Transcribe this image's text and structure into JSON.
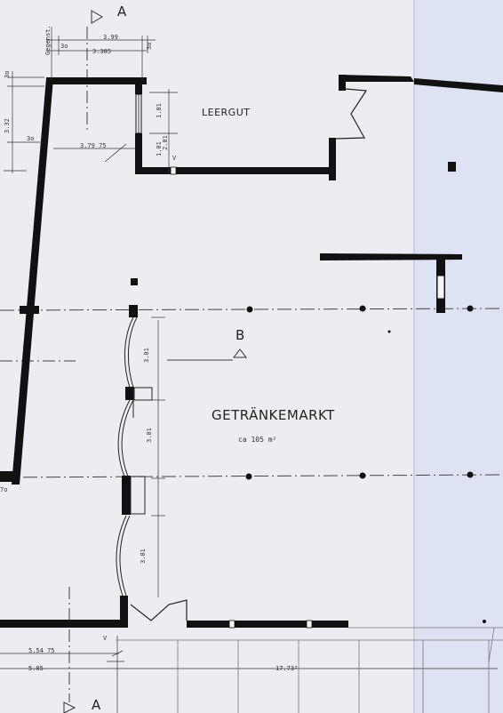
{
  "sections": {
    "top": "A",
    "bottom": "A",
    "middle": "B"
  },
  "rooms": {
    "leergut": "LEERGUT",
    "getraenkemarkt": "GETRÄNKEMARKT",
    "area": "ca 105 m²"
  },
  "dimensions": {
    "top_gegenst": "Gegenst.",
    "top_30_left": "3o",
    "top_399": "3.99",
    "top_3385": "3.385",
    "top_30_right": "3o",
    "left_30": "3o",
    "left_332": "3.32",
    "left_30b": "3o",
    "w_37975": "3.79 75",
    "door_101": "1.01",
    "door_201": "2.01",
    "door_101b": "1.01",
    "v_label": "V",
    "win_301_a": "3.01",
    "win_301_b": "3.01",
    "win_301_c": "3.01",
    "left_70": "7o",
    "bottom_55475": "5.54 75",
    "bottom_585": "5.85",
    "bottom_17735": "17.73⁵",
    "bottom_v": "V"
  },
  "colors": {
    "paper": "#e9eaef",
    "paper_right": "#dfe4f2",
    "wall": "#111111",
    "line": "#3a3a3a"
  }
}
